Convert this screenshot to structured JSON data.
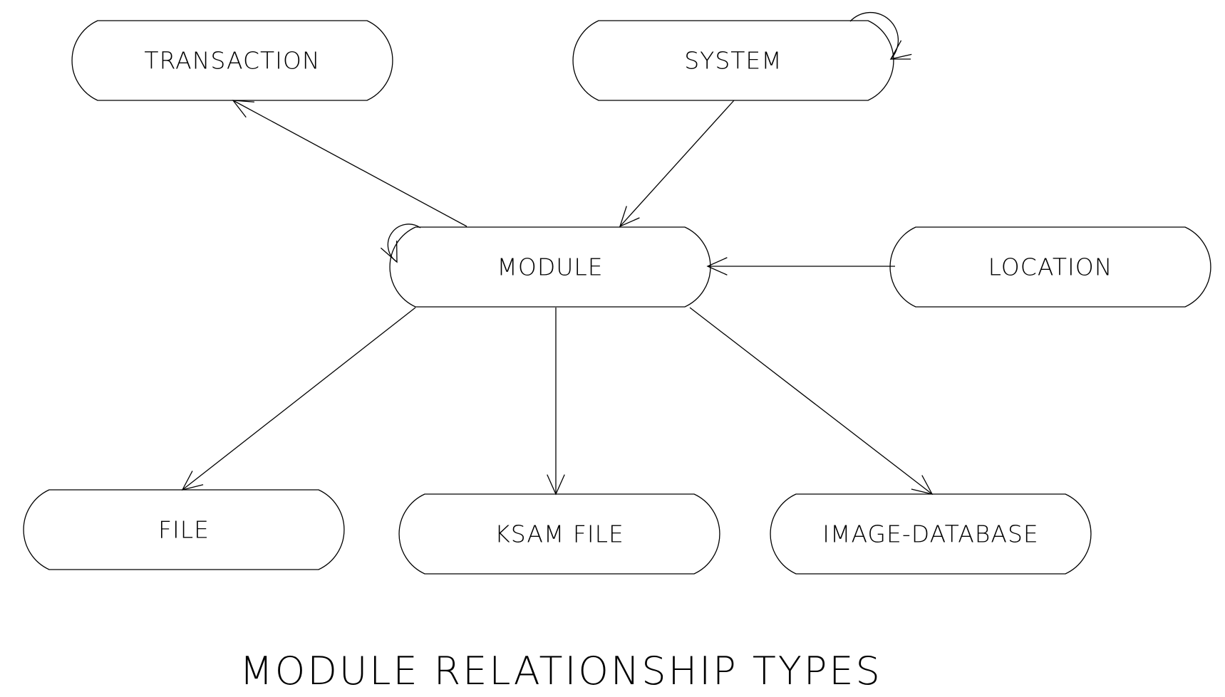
{
  "diagram": {
    "title": "MODULE RELATIONSHIP TYPES",
    "line_color": "#000000",
    "background_color": "#ffffff",
    "nodes": [
      {
        "id": "transaction",
        "label": "TRANSACTION"
      },
      {
        "id": "system",
        "label": "SYSTEM"
      },
      {
        "id": "module",
        "label": "MODULE"
      },
      {
        "id": "location",
        "label": "LOCATION"
      },
      {
        "id": "file",
        "label": "FILE"
      },
      {
        "id": "ksam-file",
        "label": "KSAM FILE"
      },
      {
        "id": "image-database",
        "label": "IMAGE-DATABASE"
      }
    ],
    "edges": [
      {
        "from": "module",
        "to": "transaction"
      },
      {
        "from": "system",
        "to": "module"
      },
      {
        "from": "location",
        "to": "module"
      },
      {
        "from": "module",
        "to": "file"
      },
      {
        "from": "module",
        "to": "ksam-file"
      },
      {
        "from": "module",
        "to": "image-database"
      },
      {
        "from": "module",
        "to": "module"
      },
      {
        "from": "system",
        "to": "system"
      }
    ]
  }
}
